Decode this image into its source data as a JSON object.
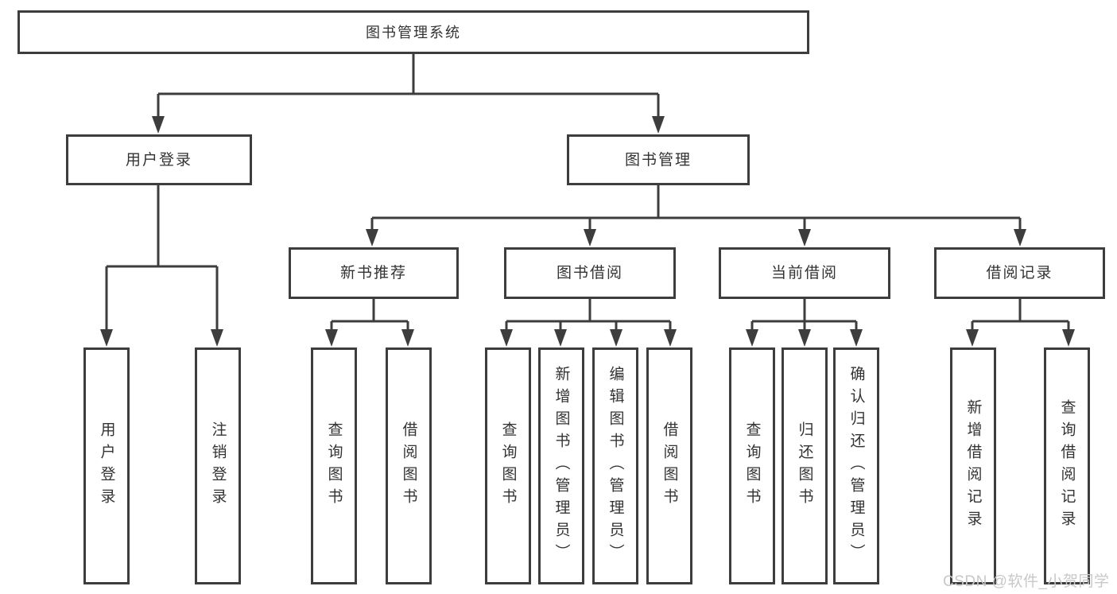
{
  "tree": {
    "root": "图书管理系统",
    "level2": [
      "用户登录",
      "图书管理"
    ],
    "level3": [
      "新书推荐",
      "图书借阅",
      "当前借阅",
      "借阅记录"
    ],
    "leaves": {
      "user_login": [
        "用户登录",
        "注销登录"
      ],
      "new_books": [
        "查询图书",
        "借阅图书"
      ],
      "book_borrow": [
        "查询图书",
        "新增图书（管理员）",
        "编辑图书（管理员）",
        "借阅图书"
      ],
      "current_borrow": [
        "查询图书",
        "归还图书",
        "确认归还（管理员）"
      ],
      "borrow_records": [
        "新增借阅记录",
        "查询借阅记录"
      ]
    }
  },
  "watermark": "CSDN @软件_小贺同学",
  "colors": {
    "line": "#3d3d3d",
    "text": "#333333",
    "watermark": "#c8c8c8",
    "background": "#ffffff"
  }
}
